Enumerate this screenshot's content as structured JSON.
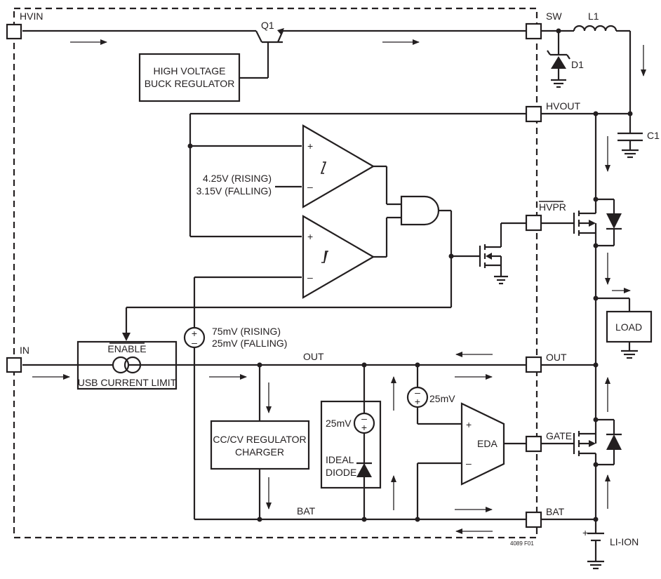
{
  "labels": {
    "hvin": "HVIN",
    "sw": "SW",
    "l1": "L1",
    "d1": "D1",
    "q1": "Q1",
    "hvout": "HVOUT",
    "c1": "C1",
    "hvpr": "HVPR",
    "in": "IN",
    "out_pin": "OUT",
    "out_net": "OUT",
    "gate": "GATE",
    "bat_pin": "BAT",
    "bat_net": "BAT",
    "load": "LOAD",
    "li_ion": "LI-ION",
    "eda": "EDA",
    "fig_id": "4089 F01"
  },
  "blocks": {
    "hv_buck_line1": "HIGH VOLTAGE",
    "hv_buck_line2": "BUCK REGULATOR",
    "usb_enable": "ENABLE",
    "usb_limit": "USB CURRENT LIMIT",
    "charger_line1": "CC/CV REGULATOR",
    "charger_line2": "CHARGER",
    "ideal_line1": "IDEAL",
    "ideal_line2": "DIODE"
  },
  "thresholds": {
    "rising_high": "4.25V (RISING)",
    "falling_high": "3.15V (FALLING)",
    "rising_low": "75mV (RISING)",
    "falling_low": "25mV (FALLING)",
    "ideal_offset": "25mV",
    "eda_offset": "25mV"
  },
  "signs": {
    "plus": "+",
    "minus": "–"
  }
}
